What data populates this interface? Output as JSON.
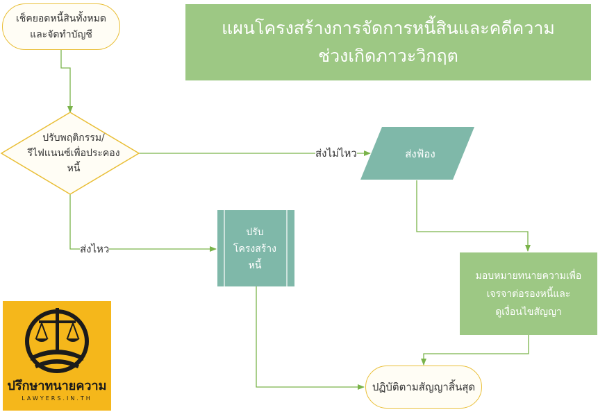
{
  "title": {
    "line1": "แผนโครงสร้างการจัดการหนี้สินและคดีความ",
    "line2": "ช่วงเกิดภาวะวิกฤต"
  },
  "nodes": {
    "start": {
      "line1": "เช็คยอดหนี้สินทั้งหมด",
      "line2": "และจัดทำบัญชี"
    },
    "decision": {
      "line1": "ปรับพฤติกรรม/",
      "line2": "รีไฟแนนซ์เพื่อประคอง",
      "line3": "หนี้"
    },
    "sue": {
      "label": "ส่งฟ้อง"
    },
    "restructure": {
      "line1": "ปรับ",
      "line2": "โครงสร้าง",
      "line3": "หนี้"
    },
    "lawyer": {
      "line1": "มอบหมายทนายความเพื่อ",
      "line2": "เจรจาต่อรองหนี้และ",
      "line3": "ดูเงื่อนไขสัญญา"
    },
    "end": {
      "label": "ปฏิบัติตามสัญญาสิ้นสุด"
    }
  },
  "edges": {
    "cannot_afford": "ส่งไม่ไหว",
    "can_afford": "ส่งไหว"
  },
  "logo": {
    "name": "ปรึกษาทนายความ",
    "domain": "LAWYERS.IN.TH"
  },
  "colors": {
    "title_fill": "#9dc884",
    "process_fill": "#7fb8a9",
    "terminal_border": "#e9be35",
    "decision_border": "#e9be35",
    "arrow": "#7ab34a",
    "logo_fill": "#f5b71b"
  }
}
